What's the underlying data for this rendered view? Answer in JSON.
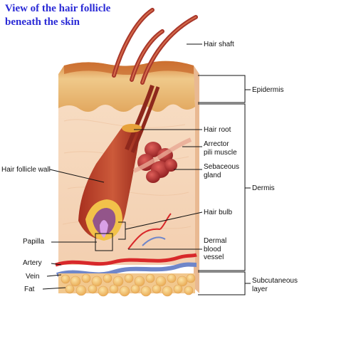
{
  "title": {
    "line1": "View of the hair follicle",
    "line2": "beneath the skin"
  },
  "labels": {
    "hair_shaft": "Hair shaft",
    "epidermis": "Epidermis",
    "hair_root": "Hair root",
    "arrector_1": "Arrector",
    "arrector_2": "pili muscle",
    "sebaceous_1": "Sebaceous",
    "sebaceous_2": "gland",
    "dermis": "Dermis",
    "hair_follicle_wall": "Hair follicle wall",
    "hair_bulb": "Hair bulb",
    "papilla": "Papilla",
    "dermal_1": "Dermal",
    "dermal_2": "blood",
    "dermal_3": "vessel",
    "artery": "Artery",
    "vein": "Vein",
    "fat": "Fat",
    "subcutaneous_1": "Subcutaneous",
    "subcutaneous_2": "layer"
  },
  "colors": {
    "title": "#2a2ad6",
    "epidermis": "#e8b56e",
    "dermis": "#f6dcc0",
    "follicle": "#c0402a",
    "hair": "#a8362a",
    "sebaceous": "#b4302c",
    "artery": "#d8282a",
    "vein": "#6f86c9",
    "fat": "#f3c172"
  }
}
